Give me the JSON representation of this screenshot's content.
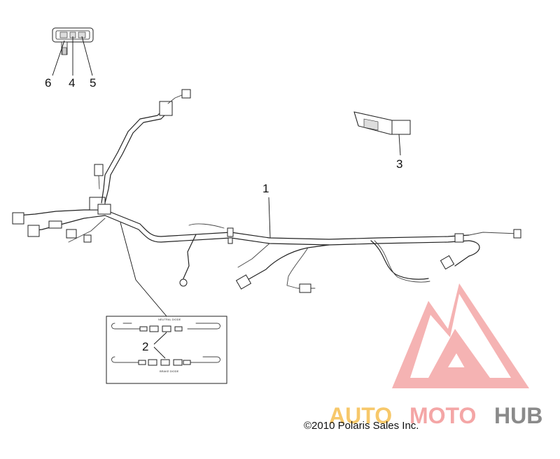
{
  "callouts": {
    "c1": "1",
    "c2": "2",
    "c3": "3",
    "c4": "4",
    "c5": "5",
    "c6": "6"
  },
  "detail": {
    "top_label": "NEUTRAL DIODE",
    "bottom_label": "BRAKE DIODE"
  },
  "copyright": "©2010 Polaris Sales Inc.",
  "watermark": {
    "text_part1": "AUTO",
    "text_part2": "MOTO",
    "text_part3": "HUB",
    "colors": {
      "logo": "#f4a6a6",
      "auto": "#f7c86a",
      "moto": "#f4a6a6",
      "hub": "#8a8a8a"
    }
  }
}
